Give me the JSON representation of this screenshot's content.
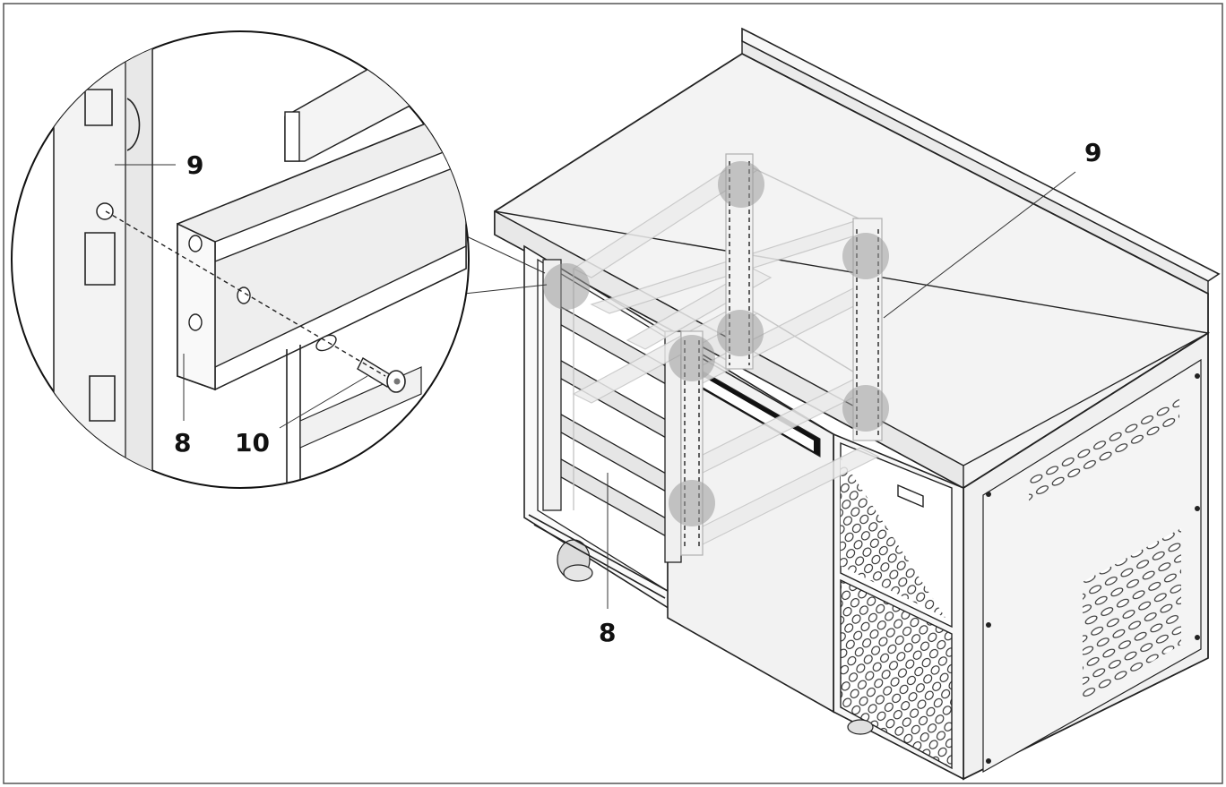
{
  "figure": {
    "callouts": {
      "inset_rail_bracket": "9",
      "inset_runner": "8",
      "inset_pin": "10",
      "main_rail_bracket": "9",
      "main_runner": "8"
    }
  },
  "colors": {
    "outline": "#222222",
    "cabinet_fill": "#f1f1f1",
    "highlight_spot": "#9a9a9a",
    "ghost_parts": "#bfbfbf"
  }
}
